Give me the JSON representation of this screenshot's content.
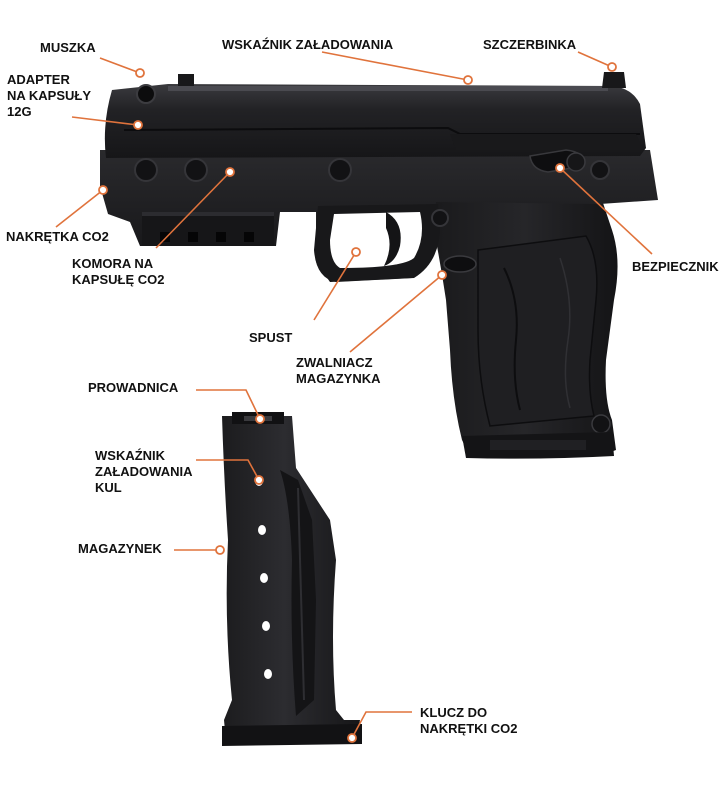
{
  "colors": {
    "leader": "#e0733c",
    "body": "#1b1b1d",
    "body_highlight": "#303034",
    "body_shadow": "#0b0b0c",
    "hole": "#ffffff"
  },
  "labels": {
    "muszka": "MUSZKA",
    "wskaznik_zaladowania": "WSKAŹNIK ZAŁADOWANIA",
    "szczerbinka": "SZCZERBINKA",
    "adapter": [
      "ADAPTER",
      "NA KAPSUŁY",
      "12G"
    ],
    "nakretka_co2": "NAKRĘTKA CO2",
    "komora": [
      "KOMORA NA",
      "KAPSUŁĘ CO2"
    ],
    "bezpiecznik": "BEZPIECZNIK",
    "spust": "SPUST",
    "zwalniacz": [
      "ZWALNIACZ",
      "MAGAZYNKA"
    ],
    "prowadnica": "PROWADNICA",
    "wskaznik_kul": [
      "WSKAŹNIK",
      "ZAŁADOWANIA",
      "KUL"
    ],
    "magazynek": "MAGAZYNEK",
    "klucz": [
      "KLUCZ DO",
      "NAKRĘTKI CO2"
    ]
  }
}
